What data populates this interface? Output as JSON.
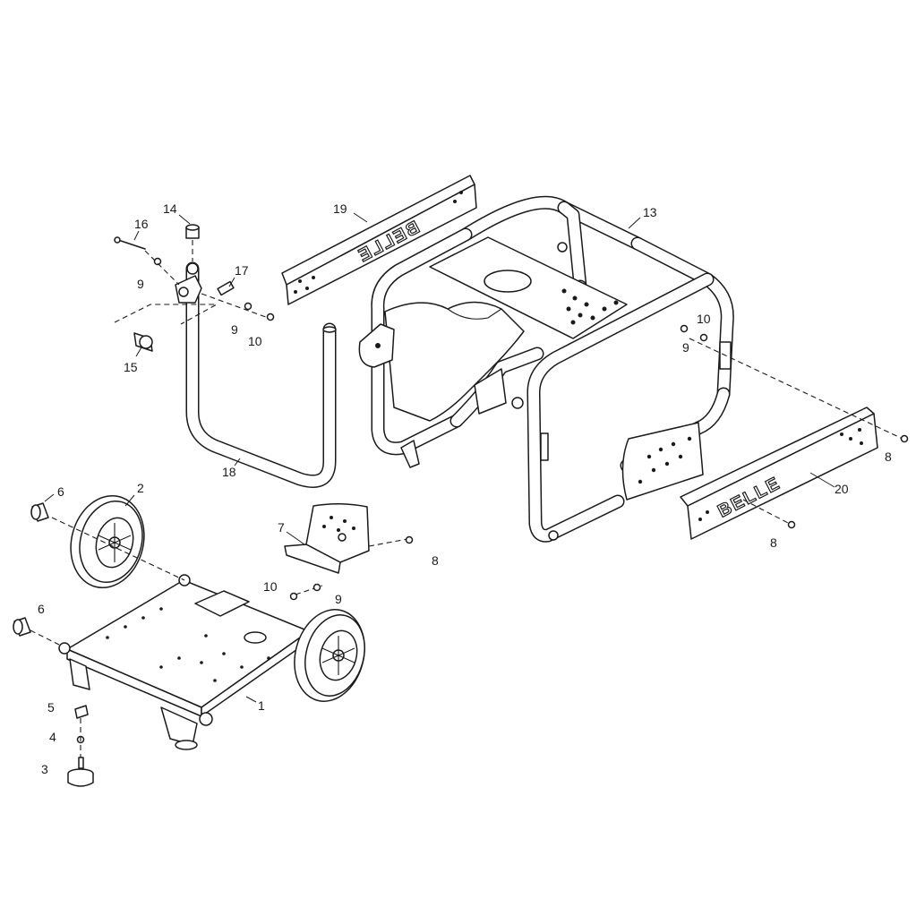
{
  "brand_text": "BELLE",
  "callouts": [
    {
      "id": "c1",
      "text": "1"
    },
    {
      "id": "c2",
      "text": "2"
    },
    {
      "id": "c3",
      "text": "3"
    },
    {
      "id": "c4",
      "text": "4"
    },
    {
      "id": "c5",
      "text": "5"
    },
    {
      "id": "c6a",
      "text": "6"
    },
    {
      "id": "c6b",
      "text": "6"
    },
    {
      "id": "c7",
      "text": "7"
    },
    {
      "id": "c8a",
      "text": "8"
    },
    {
      "id": "c8b",
      "text": "8"
    },
    {
      "id": "c8c",
      "text": "8"
    },
    {
      "id": "c9a",
      "text": "9"
    },
    {
      "id": "c9b",
      "text": "9"
    },
    {
      "id": "c9c",
      "text": "9"
    },
    {
      "id": "c9d",
      "text": "9"
    },
    {
      "id": "c10a",
      "text": "10"
    },
    {
      "id": "c10b",
      "text": "10"
    },
    {
      "id": "c10c",
      "text": "10"
    },
    {
      "id": "c13",
      "text": "13"
    },
    {
      "id": "c14",
      "text": "14"
    },
    {
      "id": "c15",
      "text": "15"
    },
    {
      "id": "c16",
      "text": "16"
    },
    {
      "id": "c17",
      "text": "17"
    },
    {
      "id": "c18",
      "text": "18"
    },
    {
      "id": "c19",
      "text": "19"
    },
    {
      "id": "c20",
      "text": "20"
    }
  ]
}
